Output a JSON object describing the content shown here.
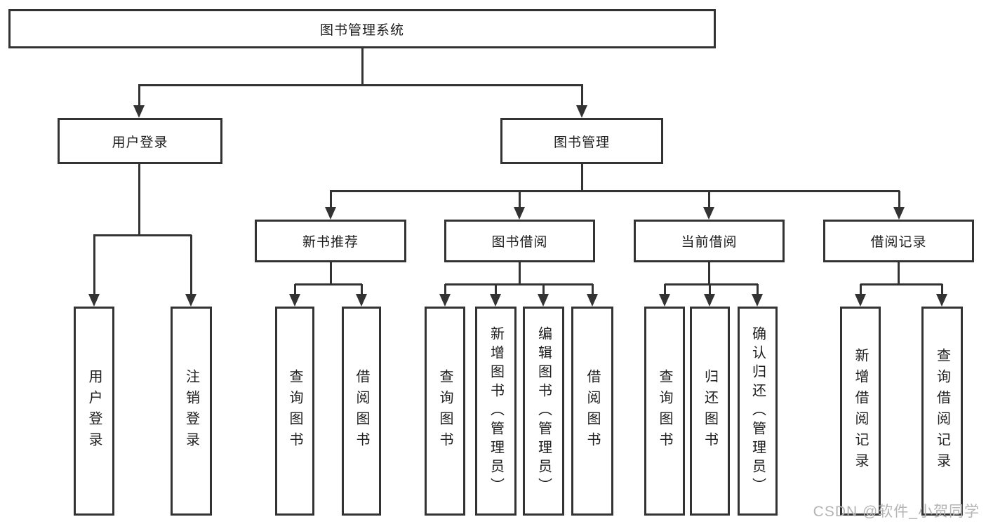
{
  "tree": {
    "root": {
      "label": "图书管理系统"
    },
    "children": [
      {
        "label": "用户登录",
        "children": [
          {
            "label": "用户登录"
          },
          {
            "label": "注销登录"
          }
        ]
      },
      {
        "label": "图书管理",
        "children": [
          {
            "label": "新书推荐",
            "children": [
              {
                "label": "查询图书"
              },
              {
                "label": "借阅图书"
              }
            ]
          },
          {
            "label": "图书借阅",
            "children": [
              {
                "label": "查询图书"
              },
              {
                "label": "新增图书（管理员）"
              },
              {
                "label": "编辑图书（管理员）"
              },
              {
                "label": "借阅图书"
              }
            ]
          },
          {
            "label": "当前借阅",
            "children": [
              {
                "label": "查询图书"
              },
              {
                "label": "归还图书"
              },
              {
                "label": "确认归还（管理员）"
              }
            ]
          },
          {
            "label": "借阅记录",
            "children": [
              {
                "label": "新增借阅记录"
              },
              {
                "label": "查询借阅记录"
              }
            ]
          }
        ]
      }
    ]
  },
  "watermark": {
    "text": "CSDN @软件_小贺同学"
  },
  "colors": {
    "line": "#333333",
    "border": "#333333",
    "text": "#1d1d1d",
    "background": "#ffffff",
    "watermark": "#b4b4b4"
  }
}
